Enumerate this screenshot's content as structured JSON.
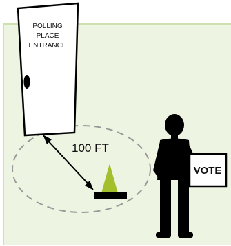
{
  "door": {
    "line1": "POLLING",
    "line2": "PLACE",
    "line3": "ENTRANCE"
  },
  "distance_label": "100 FT",
  "sign_label": "VOTE",
  "colors": {
    "panel_bg": "#eef4e2",
    "panel_border": "#cfe0b0",
    "cone": "#a3bf2c",
    "ink": "#000000",
    "circle": "#999999"
  }
}
